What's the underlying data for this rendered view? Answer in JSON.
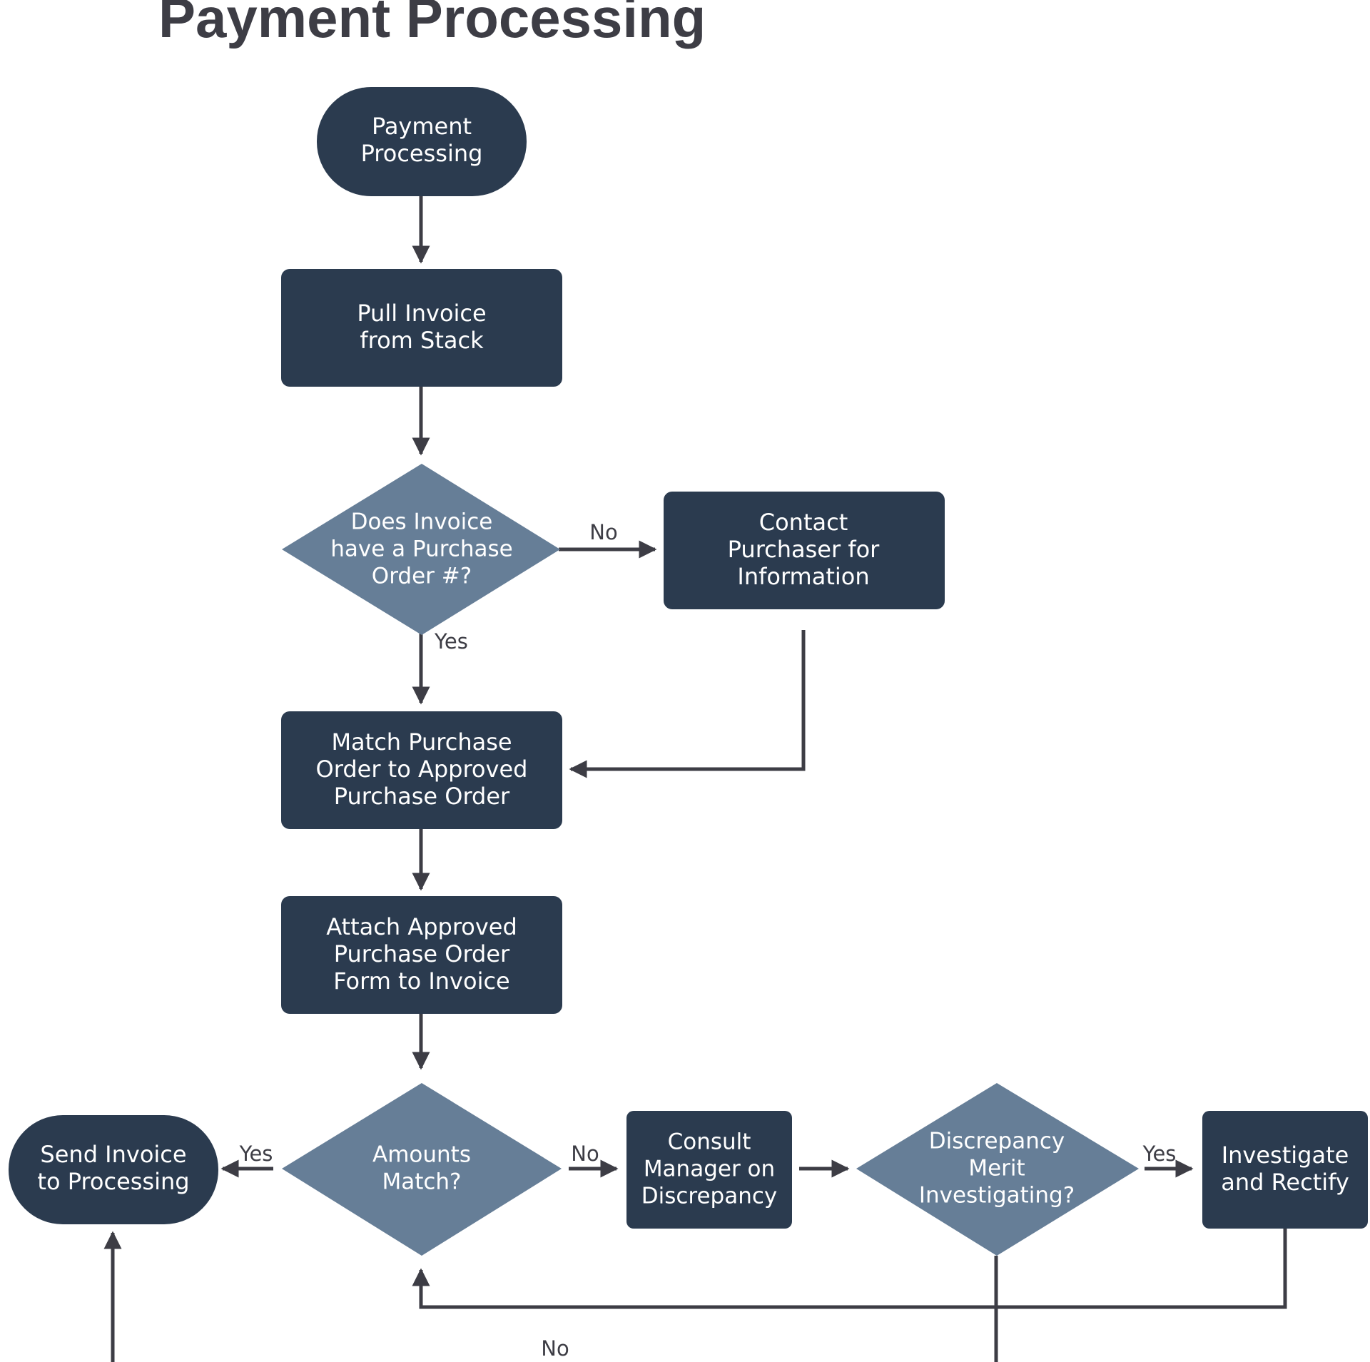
{
  "title": "Payment Processing",
  "colors": {
    "dark_node": "#2b3b4f",
    "decision_node": "#667e97",
    "node_text": "#ffffff",
    "line": "#3d3d45",
    "title_text": "#3d3d45",
    "label_text": "#3d3d45"
  },
  "nodes": {
    "start": {
      "label": "Payment\nProcessing",
      "shape": "terminal"
    },
    "pull_invoice": {
      "label": "Pull Invoice\nfrom Stack",
      "shape": "process"
    },
    "has_po": {
      "label": "Does Invoice\nhave a Purchase\nOrder #?",
      "shape": "decision"
    },
    "contact_purchaser": {
      "label": "Contact\nPurchaser for\nInformation",
      "shape": "process"
    },
    "match_po": {
      "label": "Match Purchase\nOrder to Approved\nPurchase Order",
      "shape": "process"
    },
    "attach_po": {
      "label": "Attach Approved\nPurchase Order\nForm to Invoice",
      "shape": "process"
    },
    "amounts_match": {
      "label": "Amounts\nMatch?",
      "shape": "decision"
    },
    "send_invoice": {
      "label": "Send Invoice\nto Processing",
      "shape": "terminal"
    },
    "consult_manager": {
      "label": "Consult\nManager on\nDiscrepancy",
      "shape": "process"
    },
    "merit": {
      "label": "Discrepancy\nMerit\nInvestigating?",
      "shape": "decision"
    },
    "investigate": {
      "label": "Investigate\nand Rectify",
      "shape": "process"
    }
  },
  "edge_labels": {
    "has_po_no": "No",
    "has_po_yes": "Yes",
    "amounts_yes": "Yes",
    "amounts_no": "No",
    "merit_yes": "Yes",
    "merit_no": "No"
  }
}
